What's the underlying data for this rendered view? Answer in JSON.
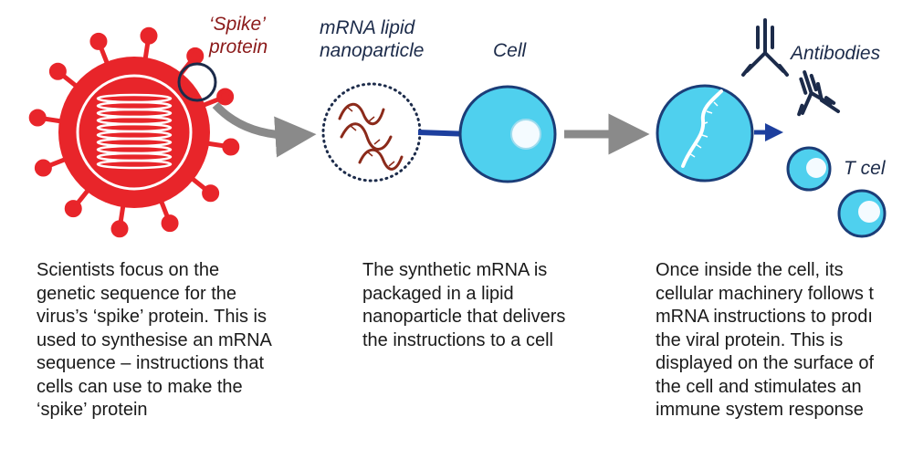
{
  "labels": {
    "spike_line1": "‘Spike’",
    "spike_line2": "protein",
    "lnp_line1": "mRNA lipid",
    "lnp_line2": "nanoparticle",
    "cell": "Cell",
    "antibodies": "Antibodies",
    "tcells": "T cel"
  },
  "descriptions": {
    "step1": [
      "Scientists focus on the",
      "genetic sequence for the",
      "virus’s ‘spike’ protein. This is",
      "used to synthesise an mRNA",
      "sequence – instructions that",
      "cells can use to make the",
      "‘spike’ protein"
    ],
    "step2": [
      "The synthetic mRNA is",
      "packaged in a lipid",
      "nanoparticle that delivers",
      "the instructions to a cell"
    ],
    "step3": [
      "Once inside the cell, its",
      "cellular machinery follows t",
      "mRNA instructions to prodı",
      "the viral protein. This is",
      "displayed on the surface of",
      "the cell and stimulates an",
      "immune system response"
    ]
  },
  "colors": {
    "virus_red": "#e8252a",
    "virus_line": "#ffffff",
    "label_red": "#8b1a1a",
    "label_navy": "#1c2b4a",
    "cell_fill": "#4fd0ee",
    "cell_stroke": "#1b3d78",
    "nucleus": "#f4fbff",
    "arrow_gray": "#8a8a8a",
    "arrow_blue": "#1d3f9e",
    "rna_brown": "#8b2a1a"
  },
  "icons": [
    "virus-icon",
    "lipid-nanoparticle-icon",
    "cell-icon",
    "antibody-icon",
    "t-cell-icon"
  ]
}
